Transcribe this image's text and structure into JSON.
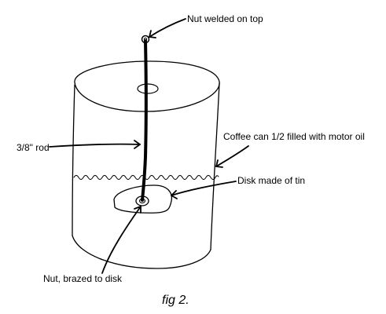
{
  "figure": {
    "caption": "fig 2."
  },
  "labels": {
    "nut_top": "Nut welded on top",
    "rod": "3/8\" rod",
    "can": "Coffee can 1/2 filled with motor oil",
    "disk": "Disk made of tin",
    "nut_bottom": "Nut, brazed to disk"
  }
}
